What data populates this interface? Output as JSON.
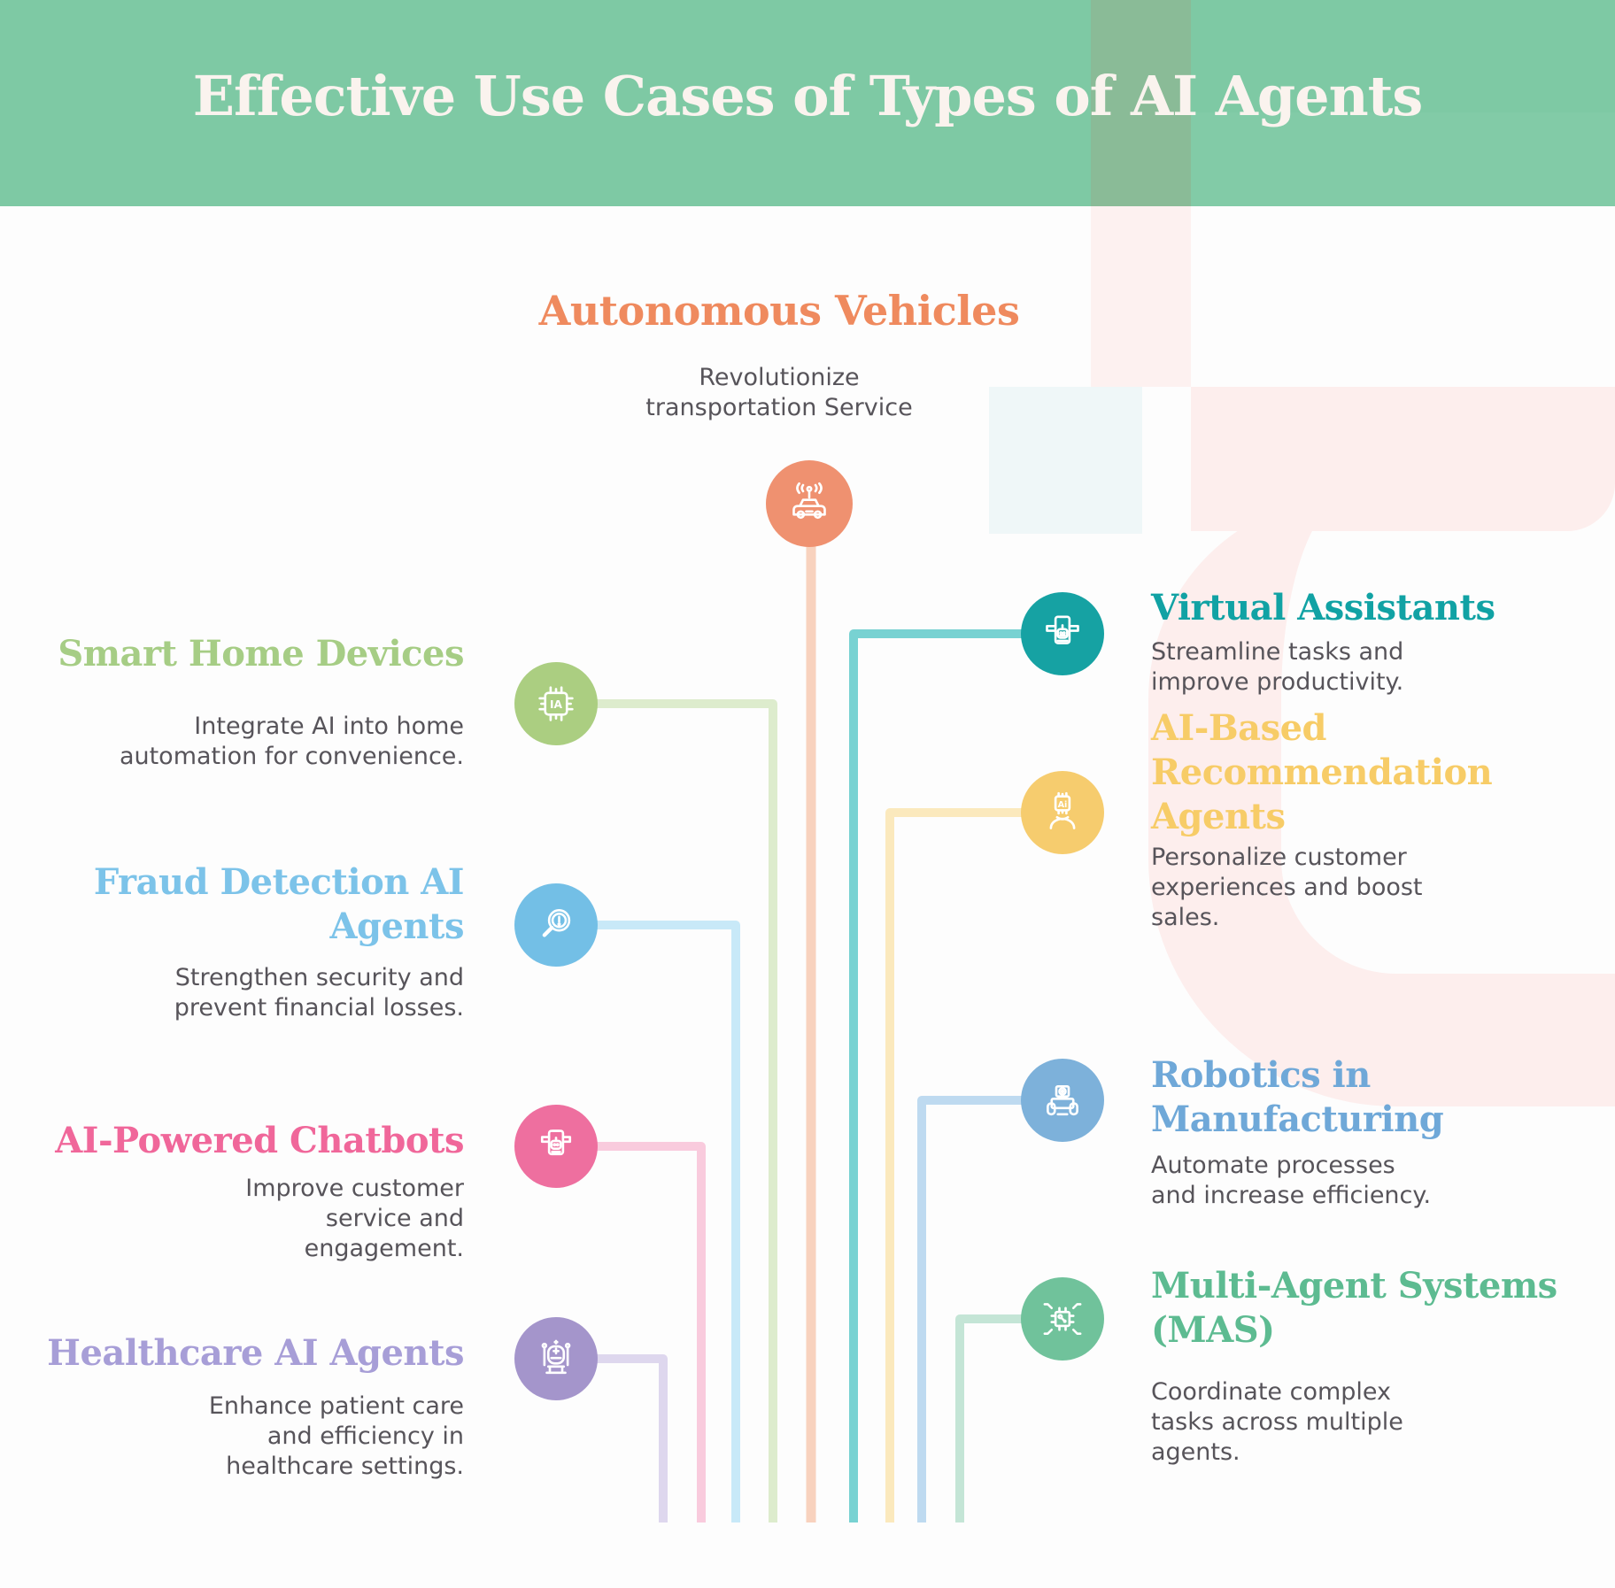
{
  "header": {
    "title": "Effective Use Cases of Types of AI Agents"
  },
  "items": [
    {
      "id": "autonomous-vehicles",
      "title": "Autonomous Vehicles",
      "description": "Revolutionize\ntransportation Service",
      "color": "#ef8a5e",
      "circle_color": "#ef9170",
      "line_color": "#f8d2be",
      "icon": "autonomous-car-icon"
    },
    {
      "id": "smart-home-devices",
      "title": "Smart Home Devices",
      "description": "Integrate AI into home\nautomation for convenience.",
      "color": "#a6cd85",
      "circle_color": "#abce81",
      "line_color": "#ddeccd",
      "icon": "ai-chip-icon",
      "icon_label": "IA"
    },
    {
      "id": "virtual-assistants",
      "title": "Virtual Assistants",
      "description": "Streamline tasks and\nimprove productivity.",
      "color": "#11a2a4",
      "circle_color": "#16a2a3",
      "line_color": "#78d2d2",
      "icon": "assistant-robot-icon"
    },
    {
      "id": "fraud-detection-ai-agents",
      "title": "Fraud Detection AI\nAgents",
      "description": "Strengthen security and\nprevent financial losses.",
      "color": "#7cc3e9",
      "circle_color": "#73bfe6",
      "line_color": "#c8e9f8",
      "icon": "magnifier-alert-icon"
    },
    {
      "id": "ai-based-recommendation-agents",
      "title": "AI-Based\nRecommendation\nAgents",
      "description": "Personalize customer\nexperiences and boost\nsales.",
      "color": "#f7cc67",
      "circle_color": "#f6cc6e",
      "line_color": "#fbe9bd",
      "icon": "ai-persona-icon",
      "icon_label": "Ai"
    },
    {
      "id": "ai-powered-chatbots",
      "title": "AI-Powered Chatbots",
      "description": "Improve customer\nservice and\nengagement.",
      "color": "#f0679a",
      "circle_color": "#ee6f9f",
      "line_color": "#f9cbdd",
      "icon": "chatbot-icon"
    },
    {
      "id": "robotics-in-manufacturing",
      "title": "Robotics in\nManufacturing",
      "description": "Automate processes\nand increase efficiency.",
      "color": "#6fa8d8",
      "circle_color": "#7db1da",
      "line_color": "#bedaf0",
      "icon": "rover-robot-icon"
    },
    {
      "id": "healthcare-ai-agents",
      "title": "Healthcare AI Agents",
      "description": "Enhance patient care\nand efficiency in\nhealthcare settings.",
      "color": "#a79ed7",
      "circle_color": "#a495cb",
      "line_color": "#ded7ee",
      "icon": "medical-robot-icon"
    },
    {
      "id": "multi-agent-systems",
      "title": "Multi-Agent Systems\n(MAS)",
      "description": "Coordinate complex\ntasks across multiple\nagents.",
      "color": "#5dbb91",
      "circle_color": "#70c29b",
      "line_color": "#c4e5d6",
      "icon": "chip-circuit-icon"
    }
  ],
  "palette": {
    "header_green": "#7ec9a4",
    "header_dark_column": "#8abb97",
    "header_title_color": "#faf3ee",
    "decor_pink": "#fdeeed",
    "decor_pale_pink": "#fdf1f0",
    "decor_pale_blue": "#eff7f8",
    "description_gray": "#57545a",
    "background": "#fdfdfd"
  }
}
